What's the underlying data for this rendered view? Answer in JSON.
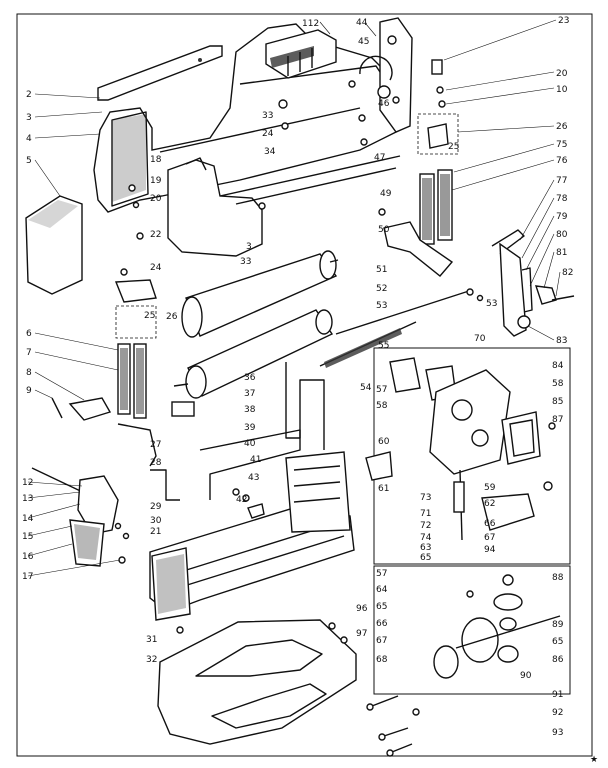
{
  "labels": [
    {
      "id": "l23",
      "text": "23"
    },
    {
      "id": "l112",
      "text": "112"
    },
    {
      "id": "l44",
      "text": "44"
    },
    {
      "id": "l20a",
      "text": "20"
    },
    {
      "id": "l10",
      "text": "10"
    },
    {
      "id": "l45",
      "text": "45"
    },
    {
      "id": "l46",
      "text": "46"
    },
    {
      "id": "l2",
      "text": "2"
    },
    {
      "id": "l3",
      "text": "3"
    },
    {
      "id": "l4",
      "text": "4"
    },
    {
      "id": "l33a",
      "text": "33"
    },
    {
      "id": "l24a",
      "text": "24"
    },
    {
      "id": "l34",
      "text": "34"
    },
    {
      "id": "l47",
      "text": "47"
    },
    {
      "id": "l26a",
      "text": "26"
    },
    {
      "id": "l25a",
      "text": "25"
    },
    {
      "id": "l75",
      "text": "75"
    },
    {
      "id": "l76",
      "text": "76"
    },
    {
      "id": "l5",
      "text": "5"
    },
    {
      "id": "l18",
      "text": "18"
    },
    {
      "id": "l19",
      "text": "19"
    },
    {
      "id": "l20b",
      "text": "20"
    },
    {
      "id": "l22",
      "text": "22"
    },
    {
      "id": "l49",
      "text": "49"
    },
    {
      "id": "l77",
      "text": "77"
    },
    {
      "id": "l78",
      "text": "78"
    },
    {
      "id": "l79",
      "text": "79"
    },
    {
      "id": "l80a",
      "text": "80"
    },
    {
      "id": "l81a",
      "text": "81"
    },
    {
      "id": "l82",
      "text": "82"
    },
    {
      "id": "l3b",
      "text": "3"
    },
    {
      "id": "l33b",
      "text": "33"
    },
    {
      "id": "l50",
      "text": "50"
    },
    {
      "id": "l24b",
      "text": "24"
    },
    {
      "id": "l51",
      "text": "51"
    },
    {
      "id": "l52",
      "text": "52"
    },
    {
      "id": "l53a",
      "text": "53"
    },
    {
      "id": "l53b",
      "text": "53"
    },
    {
      "id": "l25b",
      "text": "25"
    },
    {
      "id": "l26b",
      "text": "26"
    },
    {
      "id": "l83",
      "text": "83"
    },
    {
      "id": "l70",
      "text": "70"
    },
    {
      "id": "l6",
      "text": "6"
    },
    {
      "id": "l7",
      "text": "7"
    },
    {
      "id": "l55",
      "text": "55"
    },
    {
      "id": "l36",
      "text": "36"
    },
    {
      "id": "l8",
      "text": "8"
    },
    {
      "id": "l9",
      "text": "9"
    },
    {
      "id": "l54",
      "text": "54"
    },
    {
      "id": "l57a",
      "text": "57"
    },
    {
      "id": "l58a",
      "text": "58"
    },
    {
      "id": "l84",
      "text": "84"
    },
    {
      "id": "l58b",
      "text": "58"
    },
    {
      "id": "l85",
      "text": "85"
    },
    {
      "id": "l87",
      "text": "87"
    },
    {
      "id": "l37",
      "text": "37"
    },
    {
      "id": "l38",
      "text": "38"
    },
    {
      "id": "l39",
      "text": "39"
    },
    {
      "id": "l40",
      "text": "40"
    },
    {
      "id": "l27",
      "text": "27"
    },
    {
      "id": "l28",
      "text": "28"
    },
    {
      "id": "l60",
      "text": "60"
    },
    {
      "id": "l61",
      "text": "61"
    },
    {
      "id": "l41",
      "text": "41"
    },
    {
      "id": "l43",
      "text": "43"
    },
    {
      "id": "l42",
      "text": "42"
    },
    {
      "id": "l12",
      "text": "12"
    },
    {
      "id": "l13",
      "text": "13"
    },
    {
      "id": "l14",
      "text": "14"
    },
    {
      "id": "l15",
      "text": "15"
    },
    {
      "id": "l16",
      "text": "16"
    },
    {
      "id": "l17",
      "text": "17"
    },
    {
      "id": "l29",
      "text": "29"
    },
    {
      "id": "l30",
      "text": "30"
    },
    {
      "id": "l21",
      "text": "21"
    },
    {
      "id": "l73",
      "text": "73"
    },
    {
      "id": "l59",
      "text": "59"
    },
    {
      "id": "l62",
      "text": "62"
    },
    {
      "id": "l71",
      "text": "71"
    },
    {
      "id": "l72",
      "text": "72"
    },
    {
      "id": "l74",
      "text": "74"
    },
    {
      "id": "l63",
      "text": "63"
    },
    {
      "id": "l65a",
      "text": "65"
    },
    {
      "id": "l66a",
      "text": "66"
    },
    {
      "id": "l67",
      "text": "67"
    },
    {
      "id": "l94",
      "text": "94"
    },
    {
      "id": "l57b",
      "text": "57"
    },
    {
      "id": "l64",
      "text": "64"
    },
    {
      "id": "l65b",
      "text": "65"
    },
    {
      "id": "l66b",
      "text": "66"
    },
    {
      "id": "l67b",
      "text": "67"
    },
    {
      "id": "l68",
      "text": "68"
    },
    {
      "id": "l88",
      "text": "88"
    },
    {
      "id": "l89",
      "text": "89"
    },
    {
      "id": "l65c",
      "text": "65"
    },
    {
      "id": "l86",
      "text": "86"
    },
    {
      "id": "l90",
      "text": "90"
    },
    {
      "id": "l96",
      "text": "96"
    },
    {
      "id": "l97",
      "text": "97"
    },
    {
      "id": "l31",
      "text": "31"
    },
    {
      "id": "l32",
      "text": "32"
    },
    {
      "id": "l91",
      "text": "91"
    },
    {
      "id": "l92",
      "text": "92"
    },
    {
      "id": "l93",
      "text": "93"
    },
    {
      "id": "star",
      "text": "★"
    }
  ]
}
